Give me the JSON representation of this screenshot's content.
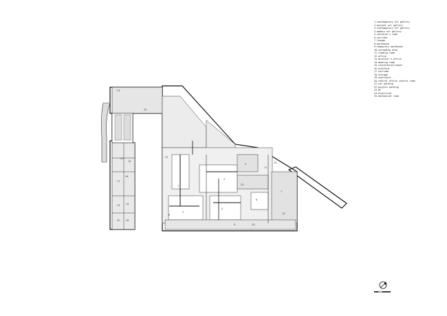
{
  "legend": {
    "items": [
      "1.contemporary art gallery",
      "2.ancient art gallery",
      "3.contemporary art gallery",
      "4.modern art gallery",
      "5.children's room",
      "6.corridor",
      "7.lounge",
      "8.warehouse",
      "9.temporary warehouse",
      "10.unloading area",
      "11.reading room",
      "12.office",
      "13.director's office",
      "14.meeting room",
      "15.restoration/repair",
      "16.platform",
      "17.corridor",
      "18.storage",
      "19.courtyard",
      "20.central office control room",
      "21.car parking",
      "22.bicycle parking",
      "23.WC",
      "24.electrical",
      "25.mechanical room"
    ]
  },
  "room_labels": [
    "25",
    "21",
    "1",
    "2",
    "3",
    "4",
    "5",
    "6",
    "7",
    "8",
    "9",
    "10",
    "11",
    "12",
    "13",
    "14",
    "15",
    "16",
    "17",
    "18",
    "19",
    "20",
    "22",
    "23",
    "24"
  ],
  "icons": {
    "north_arrow": "north-arrow-icon",
    "scale_bar": "scale-bar-icon"
  }
}
